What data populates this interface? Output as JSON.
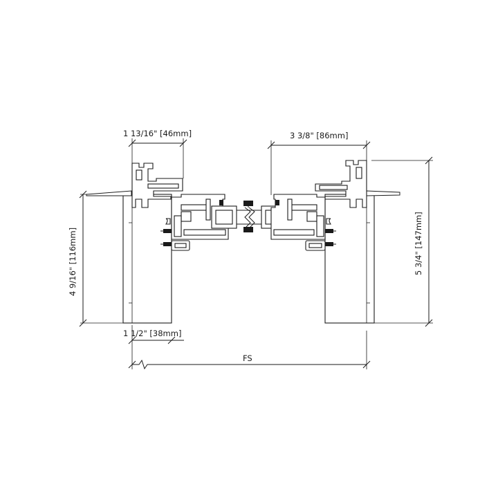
{
  "dimensions": {
    "top_left_width": "1 13/16\" [46mm]",
    "top_right_width": "3 3/8\" [86mm]",
    "left_height": "4 9/16\" [116mm]",
    "right_height": "5 3/4\" [147mm]",
    "bottom_width": "1 1/2\" [38mm]",
    "frame_span": "FS"
  }
}
